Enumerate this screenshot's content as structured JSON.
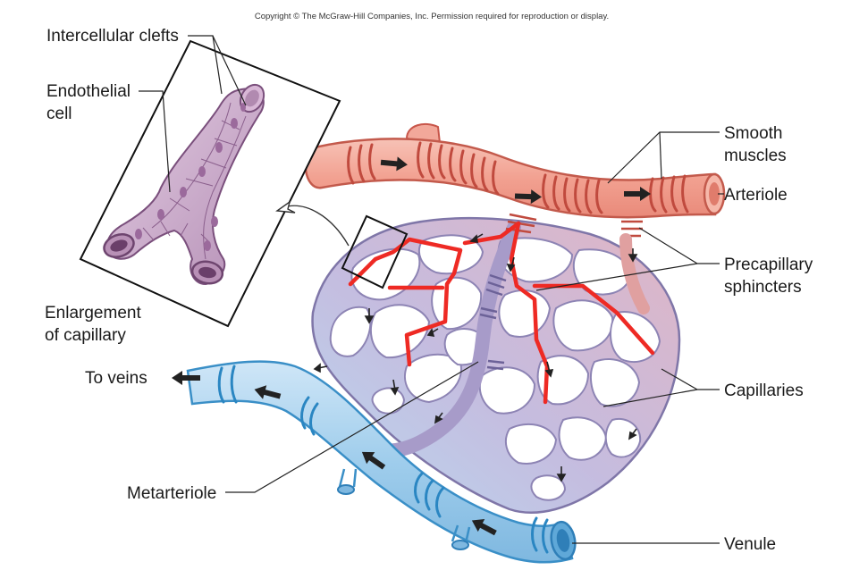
{
  "copyright": "Copyright © The McGraw-Hill Companies, Inc. Permission required for reproduction or display.",
  "labels": {
    "intercellular_clefts": "Intercellular clefts",
    "endothelial_cell_line1": "Endothelial",
    "endothelial_cell_line2": "cell",
    "enlargement_line1": "Enlargement",
    "enlargement_line2": "of capillary",
    "smooth_muscles_line1": "Smooth",
    "smooth_muscles_line2": "muscles",
    "arteriole": "Arteriole",
    "precapillary_line1": "Precapillary",
    "precapillary_line2": "sphincters",
    "capillaries": "Capillaries",
    "to_veins": "To veins",
    "metarteriole": "Metarteriole",
    "venule": "Venule"
  },
  "colors": {
    "arteriole_fill": "#f2a89a",
    "arteriole_band": "#c8564a",
    "capillary_fill": "#c4b8dc",
    "capillary_edge": "#8a7fb0",
    "venule_fill": "#a9d3ee",
    "venule_band": "#2f8fc6",
    "nerve_red": "#ee2a24",
    "enlarged_capillary": "#c9a9c8"
  },
  "icons": [
    "flow-arrow-icon",
    "callout-arrow-icon"
  ]
}
